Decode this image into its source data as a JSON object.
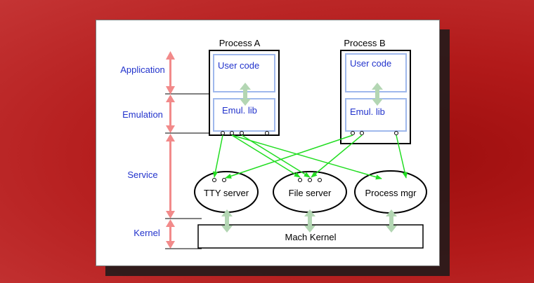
{
  "diagram": {
    "process_a": {
      "title": "Process A",
      "user_code": "User code",
      "emul_lib": "Emul. lib"
    },
    "process_b": {
      "title": "Process B",
      "user_code": "User code",
      "emul_lib": "Emul. lib"
    },
    "layers": {
      "application": "Application",
      "emulation": "Emulation",
      "service": "Service",
      "kernel": "Kernel"
    },
    "servers": {
      "tty": "TTY server",
      "file": "File server",
      "process_mgr": "Process mgr"
    },
    "kernel_box": "Mach Kernel",
    "colors": {
      "layer_label": "#2233cc",
      "process_text": "#2233cc",
      "layer_arrow": "#f28a8a",
      "connector": "#22dd22",
      "double_arrow": "#b3d6b3",
      "inner_box_border": "#9fb8ec"
    }
  }
}
